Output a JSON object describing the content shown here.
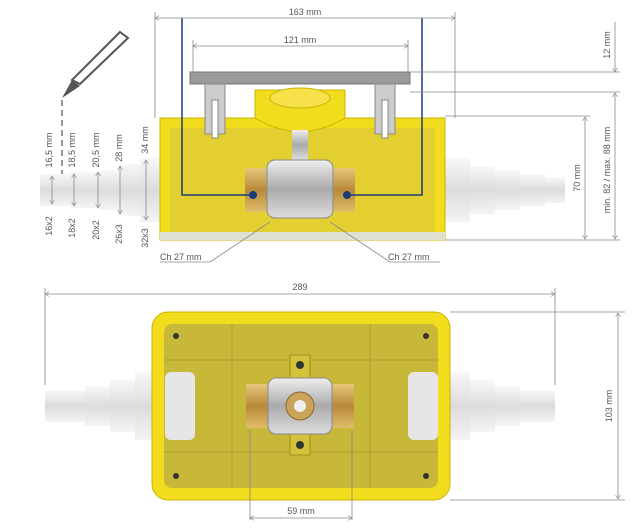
{
  "colors": {
    "box_yellow": "#f2dc1e",
    "valve_brass": "#c9a45a",
    "pipe_white": "#eeeeee",
    "installation_line": "#1e3c78",
    "lid_gray": "#9a9a9a"
  },
  "side_view": {
    "overall_width": "163 mm",
    "lid_width": "121 mm",
    "lid_height": "12 mm",
    "box_depth": "70 mm",
    "installation_depth": "min. 82 / max. 88 mm",
    "wrench_left": "Ch 27 mm",
    "wrench_right": "Ch 27 mm",
    "pipe_diameters": [
      "16,5 mm",
      "18,5 mm",
      "20,5 mm",
      "28 mm",
      "34 mm"
    ],
    "pipe_sizes": [
      "16x2",
      "18x2",
      "20x2",
      "26x3",
      "32x3"
    ],
    "cutter_icon": "pipe-cutter-icon"
  },
  "top_view": {
    "overall_length": "289",
    "box_height": "103 mm",
    "connection_spacing": "59 mm"
  }
}
